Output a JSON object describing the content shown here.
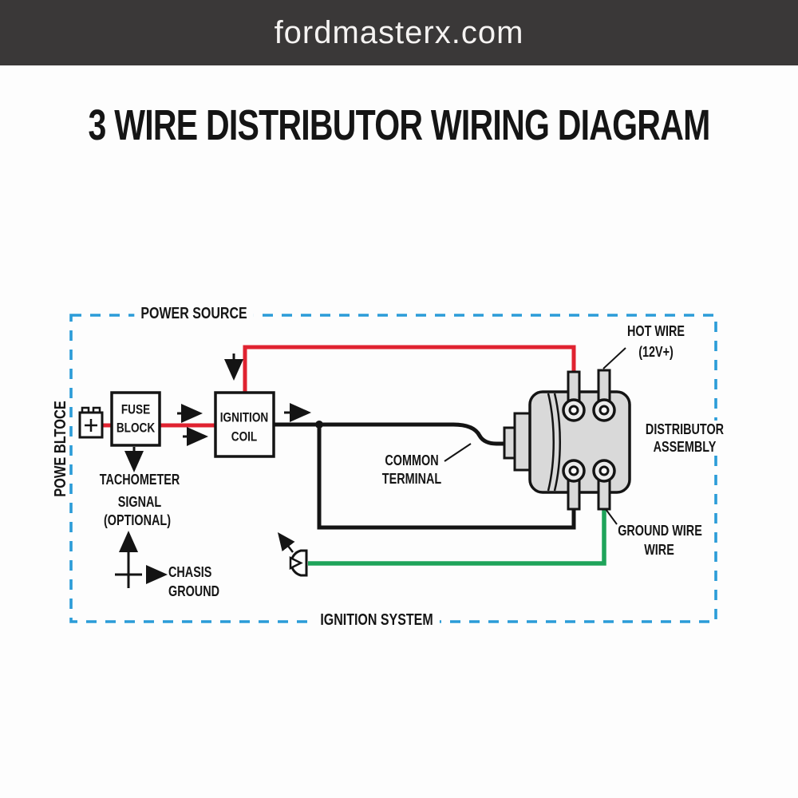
{
  "banner": {
    "site_name": "fordmasterx.com"
  },
  "title": "3 WIRE DISTRIBUTOR WIRING DIAGRAM",
  "colors": {
    "banner_bg": "#3a3838",
    "wire_red": "#e02230",
    "wire_green": "#1ea45a",
    "wire_black": "#141414",
    "dashed_border_blue": "#2b9cd8",
    "component_gray": "#d9d9d9"
  },
  "diagram": {
    "region_labels": {
      "power_source": "POWER SOURCE",
      "ignition_system": "IGNITION SYSTEM",
      "power_block_vertical": "POWE BLTOCE"
    },
    "battery": {
      "plus": "+"
    },
    "fuse_block": {
      "line1": "FUSE",
      "line2": "BLOCK"
    },
    "ignition_coil": {
      "line1": "IGNITION",
      "line2": "COIL"
    },
    "tachometer": {
      "line1": "TACHOMETER",
      "line2": "SIGNAL",
      "line3": "(OPTIONAL)"
    },
    "chassis_ground": {
      "line1": "CHASIS",
      "line2": "GROUND"
    },
    "common_terminal": {
      "line1": "COMMON",
      "line2": "TERMINAL"
    },
    "hot_wire": {
      "line1": "HOT WIRE",
      "line2": "(12V+)"
    },
    "distributor": {
      "line1": "DISTRIBUTOR",
      "line2": "ASSEMBLY"
    },
    "ground_wire": {
      "line1": "GROUND WIRE",
      "line2": "WIRE"
    }
  }
}
